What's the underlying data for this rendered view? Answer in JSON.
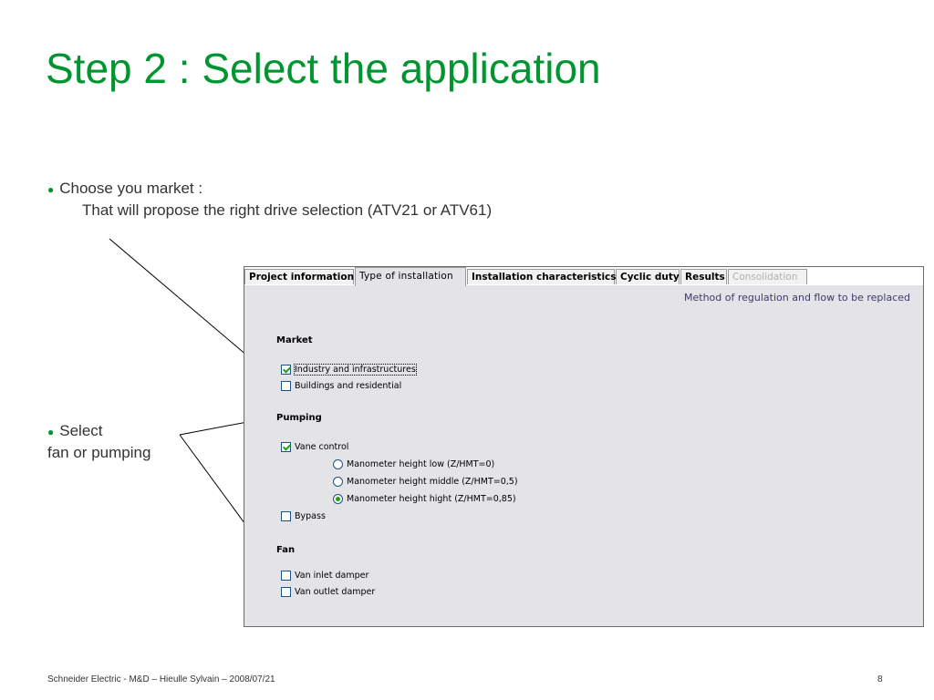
{
  "slide": {
    "title": "Step 2 : Select the application",
    "bullet1_line1": "Choose you market :",
    "bullet1_line2": "That will propose the right drive selection (ATV21 or ATV61)",
    "bullet2_line1": "Select",
    "bullet2_line2": "fan or pumping",
    "footer": "Schneider Electric - M&D – Hieulle Sylvain – 2008/07/21",
    "page_number": "8",
    "bullet_glyph": "●"
  },
  "colors": {
    "title": "#009530",
    "bullet": "#009530",
    "panel": "#e3e3e8"
  },
  "app": {
    "tabs": [
      {
        "label": "Project information",
        "state": "normal"
      },
      {
        "label": "Type of installation",
        "state": "active"
      },
      {
        "label": "Installation characteristics",
        "state": "normal"
      },
      {
        "label": "Cyclic duty",
        "state": "normal"
      },
      {
        "label": "Results",
        "state": "normal"
      },
      {
        "label": "Consolidation",
        "state": "disabled"
      }
    ],
    "header": "Method of regulation and flow to be replaced",
    "market": {
      "title": "Market",
      "options": [
        {
          "label": "Industry and infrastructures",
          "checked": true
        },
        {
          "label": "Buildings and residential",
          "checked": false
        }
      ]
    },
    "pumping": {
      "title": "Pumping",
      "vane_control": {
        "label": "Vane control",
        "checked": true
      },
      "radios": [
        {
          "label": "Manometer height low (Z/HMT=0)",
          "checked": false
        },
        {
          "label": "Manometer height middle (Z/HMT=0,5)",
          "checked": false
        },
        {
          "label": "Manometer height hight (Z/HMT=0,85)",
          "checked": true
        }
      ],
      "bypass": {
        "label": "Bypass",
        "checked": false
      }
    },
    "fan": {
      "title": "Fan",
      "options": [
        {
          "label": "Van inlet damper",
          "checked": false
        },
        {
          "label": "Van outlet damper",
          "checked": false
        }
      ]
    }
  }
}
